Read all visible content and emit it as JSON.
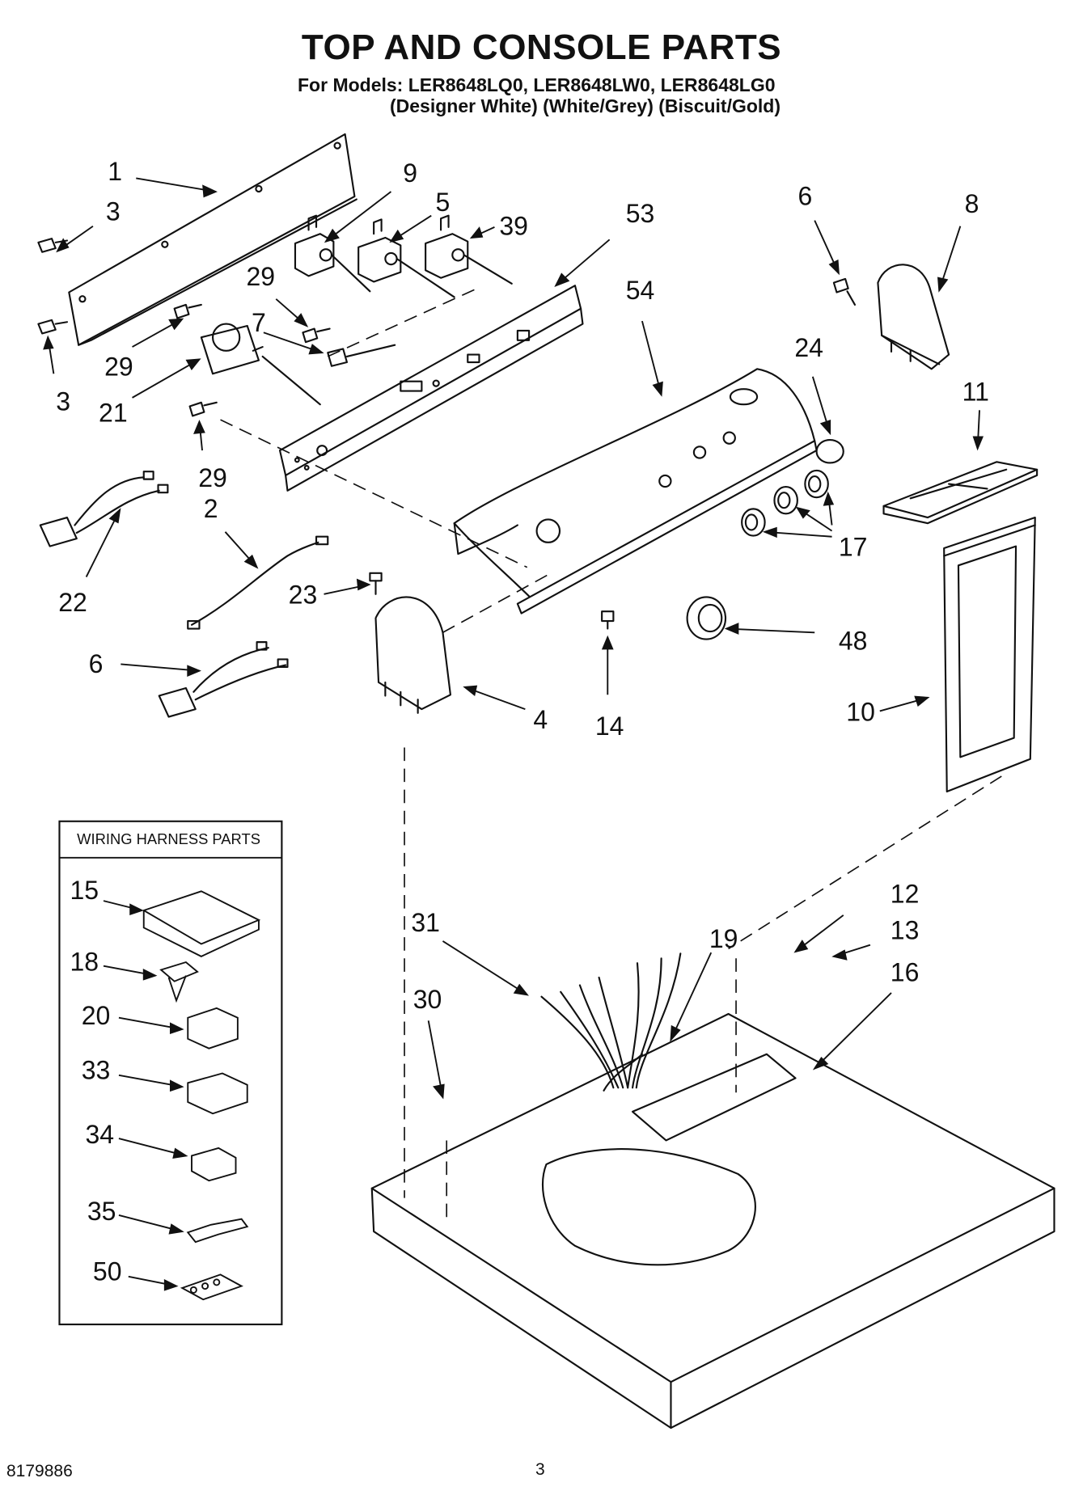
{
  "header": {
    "title": "TOP AND CONSOLE PARTS",
    "models_line": "For Models: LER8648LQ0, LER8648LW0, LER8648LG0",
    "colors_line": "(Designer White) (White/Grey) (Biscuit/Gold)"
  },
  "wiring_box": {
    "title": "WIRING HARNESS PARTS"
  },
  "callouts": [
    "1",
    "3",
    "3",
    "29",
    "29",
    "29",
    "9",
    "5",
    "39",
    "7",
    "21",
    "53",
    "54",
    "6",
    "8",
    "24",
    "11",
    "17",
    "22",
    "2",
    "23",
    "6",
    "4",
    "14",
    "48",
    "10",
    "31",
    "19",
    "12",
    "13",
    "16",
    "30",
    "15",
    "18",
    "20",
    "33",
    "34",
    "35",
    "50"
  ],
  "footer": {
    "doc_number": "8179886",
    "page_number": "3"
  }
}
